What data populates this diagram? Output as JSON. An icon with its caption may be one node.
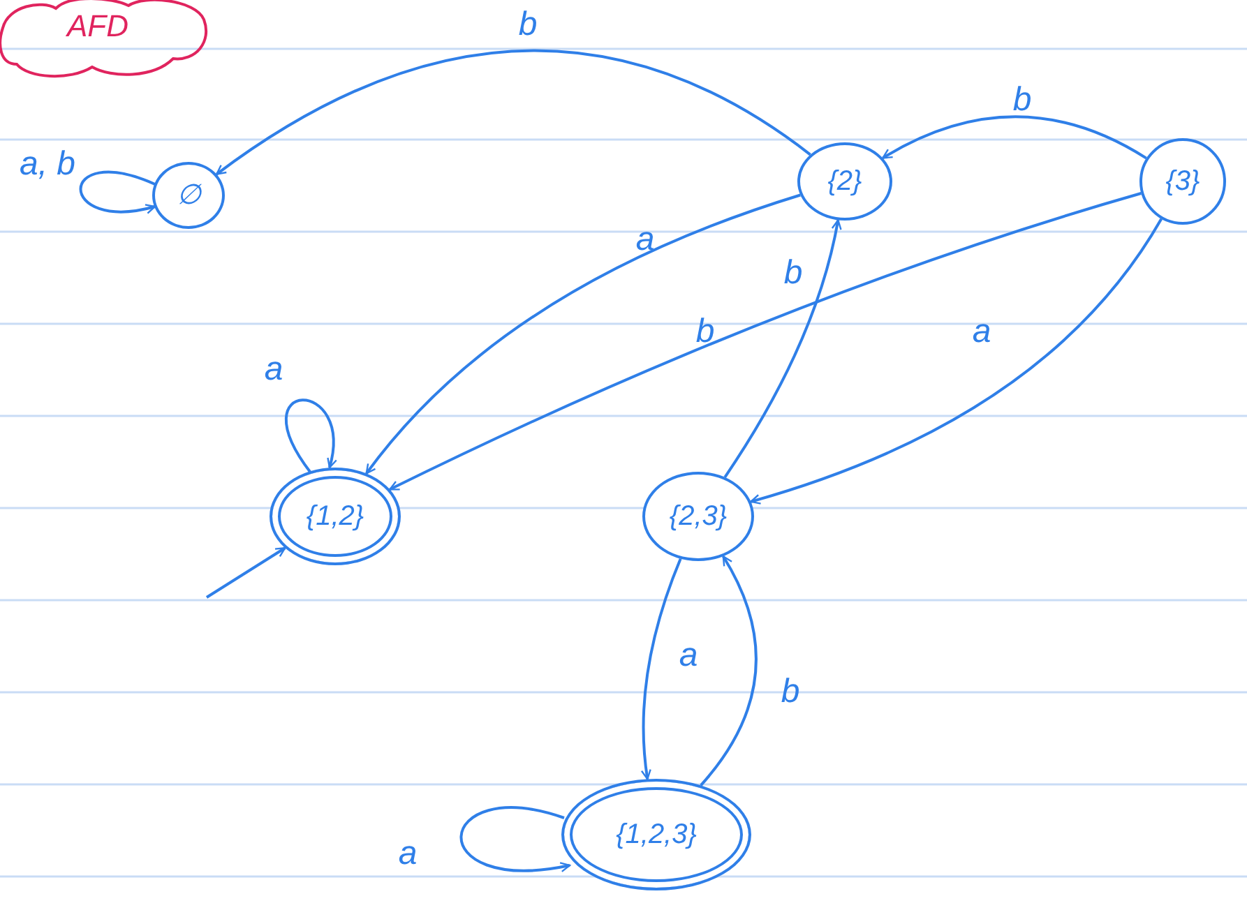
{
  "diagram": {
    "title": "AFD",
    "nodes": [
      {
        "text": [
          "∅"
        ]
      },
      {
        "text": [
          "{2}"
        ]
      },
      {
        "text": [
          "{3}"
        ]
      },
      {
        "text": [
          "{1,2}"
        ]
      },
      {
        "text": [
          "{2,3}"
        ]
      },
      {
        "text": [
          "{1,2,3}"
        ]
      }
    ],
    "edges": [
      {
        "from": 0,
        "to": 0,
        "arrow": "to",
        "label": "a, b"
      },
      {
        "from": 1,
        "to": 0,
        "arrow": "to",
        "label": "b"
      },
      {
        "from": 2,
        "to": 1,
        "arrow": "to",
        "label": "b"
      },
      {
        "from": 1,
        "to": 3,
        "arrow": "to",
        "label": "a"
      },
      {
        "from": 2,
        "to": 3,
        "arrow": "to",
        "label": "b"
      },
      {
        "from": 2,
        "to": 4,
        "arrow": "to",
        "label": "a"
      },
      {
        "from": 4,
        "to": 1,
        "arrow": "to",
        "label": "b"
      },
      {
        "from": 4,
        "to": 5,
        "arrow": "to",
        "label": "a"
      },
      {
        "from": 5,
        "to": 4,
        "arrow": "to",
        "label": "b"
      },
      {
        "from": 5,
        "to": 5,
        "arrow": "to",
        "label": "a"
      },
      {
        "from": 3,
        "to": 3,
        "arrow": "to",
        "label": "a"
      },
      {
        "from": null,
        "to": 3,
        "arrow": "to"
      }
    ]
  }
}
